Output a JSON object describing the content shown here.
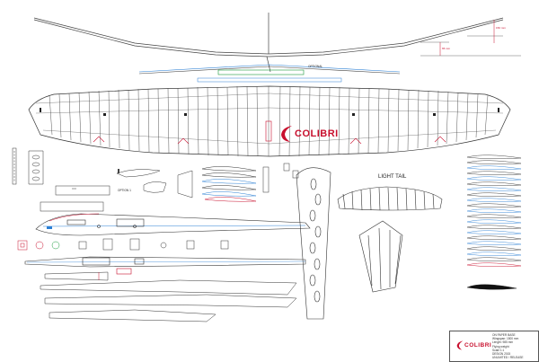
{
  "sheet": {
    "brand": "COLIBRI",
    "labels": {
      "optional_top": "OPTIONAL",
      "option": "OPTION 1",
      "light_tail": "LIGHT TAIL"
    },
    "title_block": {
      "brand": "COLIBRI",
      "notes": [
        "ON PAPER BASE",
        "Wingspan: 1500 mm",
        "Length: 985 mm",
        "Flying weight",
        "Scale 1:1",
        "DESIGN 2015",
        "UNLIMITED / RELEASE"
      ]
    }
  },
  "colors": {
    "brand_red": "#c8102e",
    "line": "#333333",
    "blue": "#2a7fd4",
    "green": "#1a9a3c"
  }
}
